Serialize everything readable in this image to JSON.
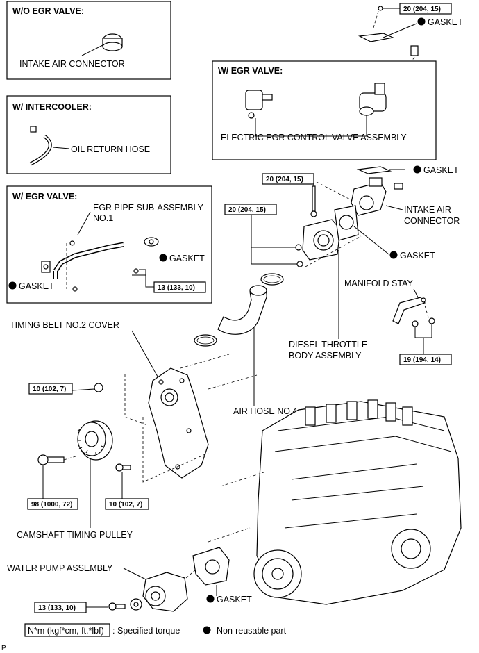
{
  "boxes": {
    "wo_egr": {
      "title": "W/O EGR VALVE:",
      "part": "INTAKE AIR CONNECTOR"
    },
    "intercooler": {
      "title": "W/ INTERCOOLER:",
      "part": "OIL RETURN HOSE"
    },
    "egr_pipe": {
      "title": "W/ EGR VALVE:",
      "part_line1": "EGR PIPE SUB-ASSEMBLY",
      "part_line2": "NO.1",
      "gasket_right": "GASKET",
      "gasket_left": "GASKET",
      "torque": "13 (133, 10)"
    },
    "egr_valve": {
      "title": "W/ EGR VALVE:",
      "part": "ELECTRIC EGR CONTROL VALVE ASSEMBLY"
    }
  },
  "labels": {
    "gasket_top": "GASKET",
    "gasket_mid": "GASKET",
    "intake_air_connector_line1": "INTAKE AIR",
    "intake_air_connector_line2": "CONNECTOR",
    "gasket_throttle": "GASKET",
    "manifold_stay": "MANIFOLD STAY",
    "diesel_throttle_line1": "DIESEL THROTTLE",
    "diesel_throttle_line2": "BODY ASSEMBLY",
    "air_hose": "AIR HOSE NO.4",
    "timing_belt_cover": "TIMING BELT NO.2 COVER",
    "camshaft_pulley": "CAMSHAFT TIMING PULLEY",
    "water_pump": "WATER PUMP ASSEMBLY",
    "gasket_water_pump": "GASKET"
  },
  "torques": {
    "top": "20 (204, 15)",
    "intake_connector": "20 (204, 15)",
    "throttle": "20 (204, 15)",
    "manifold_stay": "19 (194, 14)",
    "cover_bolt_top": "10 (102, 7)",
    "pulley_bolt": "98 (1000, 72)",
    "cover_bolt_bottom": "10 (102, 7)",
    "water_pump": "13 (133, 10)"
  },
  "legend": {
    "torque_unit": "N*m (kgf*cm, ft.*lbf)",
    "torque_desc": ": Specified torque",
    "nonreusable": "Non-reusable part"
  },
  "corner_mark": "P"
}
